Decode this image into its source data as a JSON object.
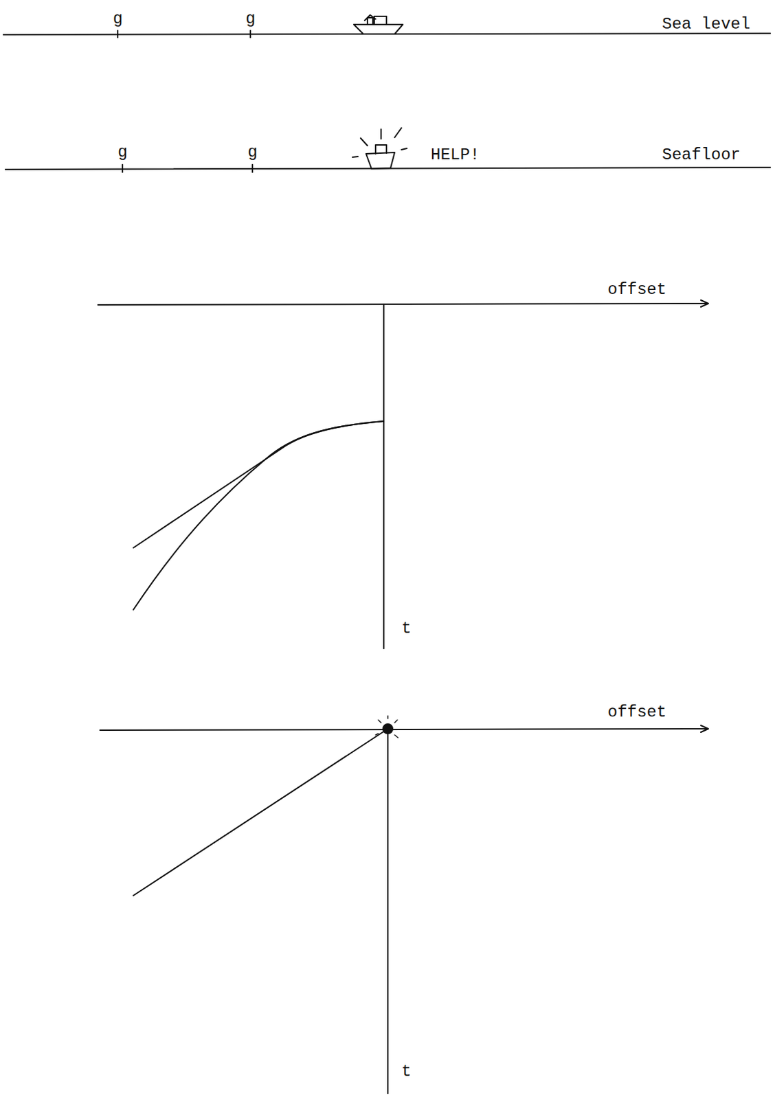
{
  "diagram": {
    "labels": [
      "g",
      "g",
      "Sea level",
      "g",
      "g",
      "HELP!",
      "Seafloor",
      "offset",
      "t",
      "offset",
      "t"
    ]
  }
}
